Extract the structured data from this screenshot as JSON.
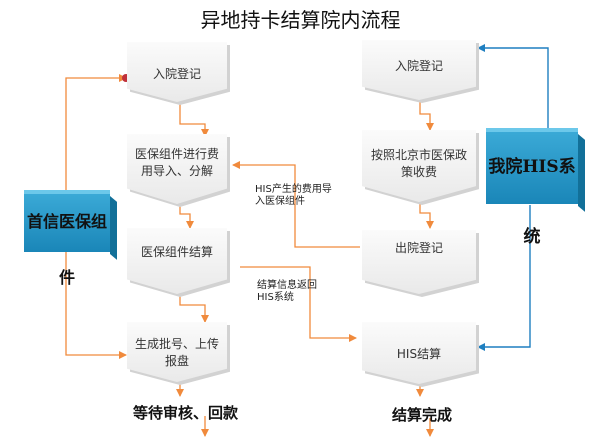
{
  "title": "异地持卡结算院内流程",
  "left_flow": {
    "admission": "入院登记",
    "import": "医保组件进行费用导入、分解",
    "settle": "医保组件结算",
    "batch": "生成批号、上传报盘",
    "final": "等待审核、回款"
  },
  "right_flow": {
    "admission": "入院登记",
    "charge": "按照北京市医保政策收费",
    "discharge": "出院登记",
    "his_settle": "HIS结算",
    "final": "结算完成"
  },
  "side_left": "首信医保组件",
  "side_right": "我院HIS系统",
  "annotations": {
    "his_import": "HIS产生的费用导入医保组件",
    "settle_return": "结算信息返回HIS系统"
  },
  "colors": {
    "arrow": "#f08a3c",
    "blue_arrow": "#1f7fc0",
    "side_block": "#1a86b8",
    "dot": "#c0303a"
  }
}
